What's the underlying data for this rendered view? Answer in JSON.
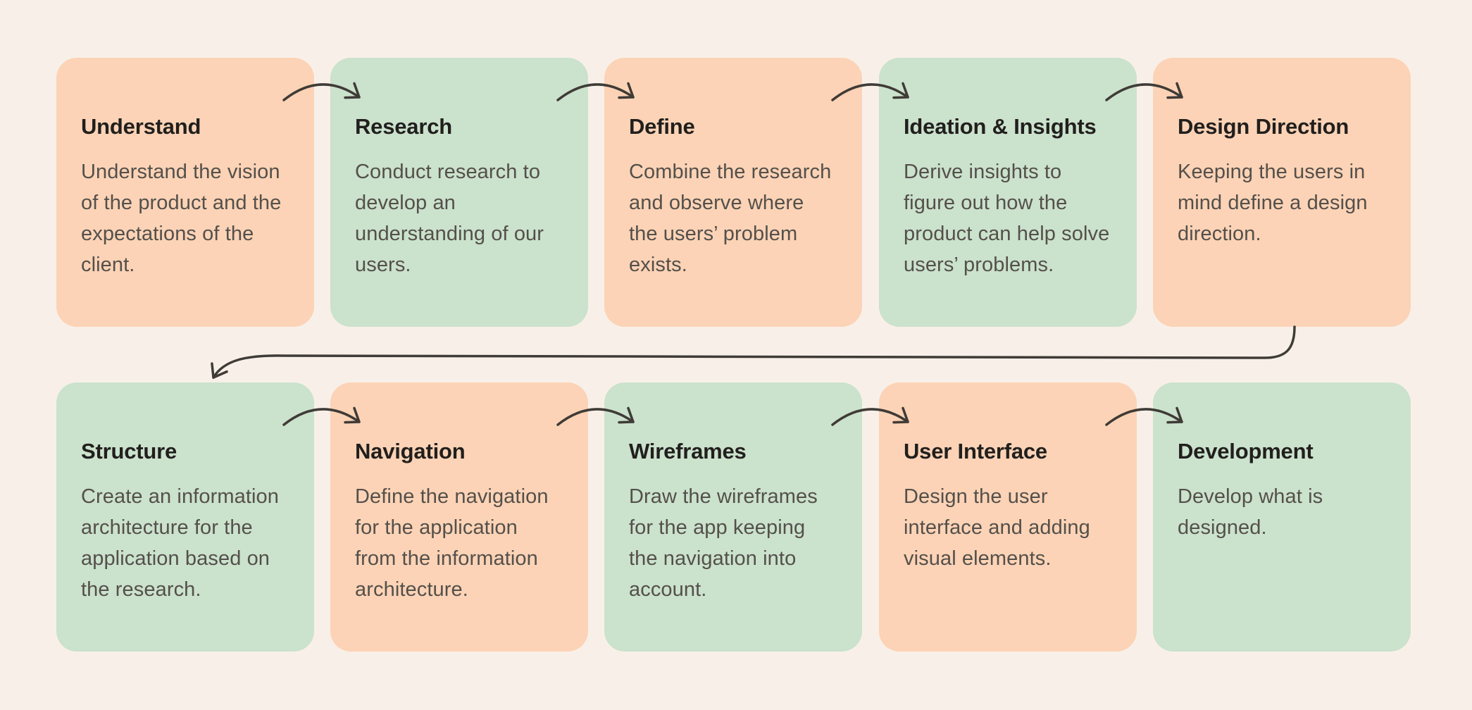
{
  "colors": {
    "bg": "#F8F0E8",
    "peach": "#FCD3B6",
    "green": "#CBE2CD",
    "title": "#211F1D",
    "body": "#54504B",
    "arrow": "#3F3B36"
  },
  "icons": {
    "step_arrow": "curved-arrow-right",
    "row_connector": "elbow-arrow-down-left"
  },
  "cards": [
    {
      "title": "Understand",
      "description": "Understand the vision of the product and the expectations of the client.",
      "tone": "peach"
    },
    {
      "title": "Research",
      "description": "Conduct research to develop an understanding of our users.",
      "tone": "green"
    },
    {
      "title": "Define",
      "description": "Combine the research and observe where the users’ problem exists.",
      "tone": "peach"
    },
    {
      "title": "Ideation & Insights",
      "description": "Derive insights to figure out how the product can help solve users’ problems.",
      "tone": "green"
    },
    {
      "title": "Design Direction",
      "description": "Keeping the users in mind define a design direction.",
      "tone": "peach"
    },
    {
      "title": "Structure",
      "description": "Create an information architecture for the application based on the research.",
      "tone": "green"
    },
    {
      "title": "Navigation",
      "description": "Define the navigation for the application from the information architecture.",
      "tone": "peach"
    },
    {
      "title": "Wireframes",
      "description": "Draw the wireframes for the app keeping the navigation into account.",
      "tone": "green"
    },
    {
      "title": "User Interface",
      "description": "Design the user interface and adding visual elements.",
      "tone": "peach"
    },
    {
      "title": "Development",
      "description": "Develop what is designed.",
      "tone": "green"
    }
  ]
}
